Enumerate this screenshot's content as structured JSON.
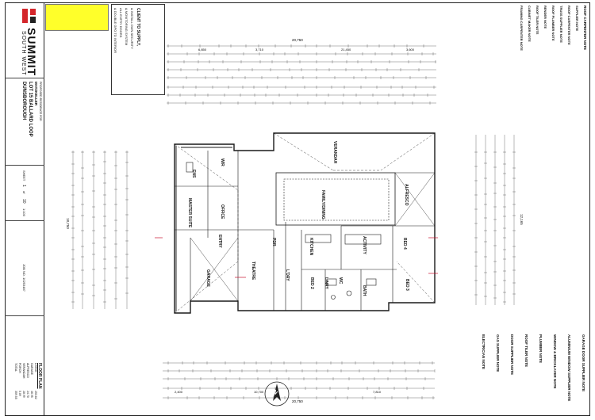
{
  "brand": {
    "name": "SUMMIT",
    "sub": "SOUTH WEST",
    "logo_color": "#d4262b"
  },
  "project": {
    "label": "PROPOSED RESIDENCE FOR",
    "client": "MATZKELLER",
    "lot": "LOT 15 BALLARD LOOP",
    "suburb": "DUNSBOROUGH"
  },
  "sheet": {
    "label": "SHEET",
    "number": "1",
    "of": "of",
    "total": "10",
    "title": "FLOOR PLAN",
    "job_no": "JOB NO. 10253487",
    "scale": "1:100"
  },
  "client_supply": {
    "heading": "CLIENT TO SUPPLY,",
    "lines": [
      "& INSTALL OWN SECURITY",
      "& MONITORING SYSTEM",
      "ALL ENTRY DOORS",
      "& DOUBLE GPO TO INTERIOR"
    ]
  },
  "rooms": {
    "verandah": "VERANDAH",
    "alfresco": "ALFRESCO",
    "family": "FAMILY/DINING",
    "kitchen": "KITCHEN",
    "activity": "ACTIVITY",
    "bed4": "BED 4",
    "bed3": "BED 3",
    "bed2": "BED 2",
    "master": "MASTER SUITE",
    "office": "OFFICE",
    "entry": "ENTRY",
    "garage": "GARAGE",
    "theatre": "THEATRE",
    "wir": "WIR",
    "ens": "ENS",
    "ldry": "L'DRY",
    "bath": "BATH",
    "wc": "WC",
    "pdr": "PDR",
    "lnry": "L/NRY"
  },
  "notes_right": {
    "heading": "ROOF CARPENTER NOTE",
    "items": [
      "SUPPLIER NOTE",
      "ROOF CARPENTER NOTE",
      "TRUSS SUPPLIER NOTE",
      "ROOF PLUMBER NOTE",
      "RENDER NOTE",
      "ROOF TILER NOTE",
      "CABINET MAKER NOTE",
      "FRAMING CARPENTER NOTE"
    ]
  },
  "notes_bottom_right": {
    "items": [
      "GARAGE DOOR SUPPLIER NOTE",
      "ALUMINIUM WINDOW SUPPLIER NOTE",
      "WINDOW & BRICKLAYER NOTE",
      "PLUMBER NOTE",
      "ROOF TILER NOTE",
      "DOOR SUPPLIER NOTE",
      "GAS SUPPLIER NOTE",
      "ELECTRICIAN NOTE"
    ]
  },
  "dimensions": {
    "overall_top": "20,750",
    "overall_bottom": "20,750",
    "overall_left": "18,750",
    "overall_right": "12,165",
    "top_segments": [
      "6,850",
      "3,710",
      "21,450",
      "3,600"
    ],
    "bottom_segments": [
      "2,400",
      "10,700",
      "7,810"
    ]
  },
  "areas": {
    "title": "FLOOR PLAN",
    "rows": [
      {
        "label": "LIVING",
        "value": "253.82"
      },
      {
        "label": "GARAGE",
        "value": "46.95"
      },
      {
        "label": "ALFRESCO",
        "value": "24.70"
      },
      {
        "label": "VERANDAH",
        "value": "28.99"
      },
      {
        "label": "PORCH",
        "value": "5.09"
      },
      {
        "label": "TOTAL",
        "value": "359.55"
      }
    ]
  },
  "colors": {
    "line": "#1a1a1a",
    "dim": "#333333",
    "red": "#c8102e",
    "highlight": "#ffff2a"
  },
  "north_label": "N"
}
